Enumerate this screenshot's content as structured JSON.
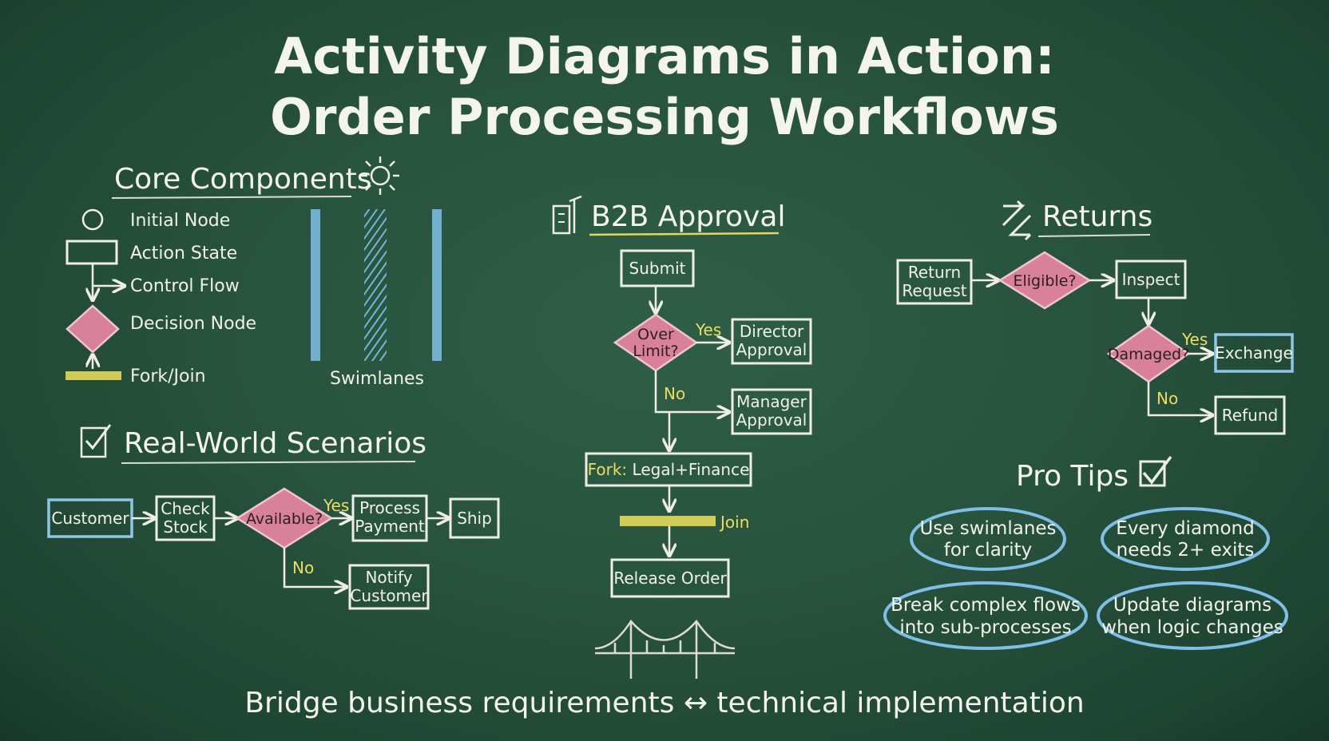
{
  "title": {
    "line1": "Activity Diagrams in Action:",
    "line2": "Order Processing Workflows"
  },
  "core": {
    "heading": "Core Components",
    "initial": "Initial Node",
    "action": "Action State",
    "flow": "Control Flow",
    "decision": "Decision Node",
    "fork": "Fork/Join",
    "swimlanes": "Swimlanes"
  },
  "scenarios": {
    "heading": "Real-World Scenarios",
    "customer": "Customer",
    "check1": "Check",
    "check2": "Stock",
    "available": "Available?",
    "yes": "Yes",
    "no": "No",
    "pay1": "Process",
    "pay2": "Payment",
    "ship": "Ship",
    "notify1": "Notify",
    "notify2": "Customer"
  },
  "b2b": {
    "heading": "B2B Approval",
    "submit": "Submit",
    "over1": "Over",
    "over2": "Limit?",
    "yes": "Yes",
    "no": "No",
    "director1": "Director",
    "director2": "Approval",
    "manager1": "Manager",
    "manager2": "Approval",
    "fork": "Fork:",
    "fork_rest": "Legal+Finance",
    "join": "Join",
    "release": "Release Order"
  },
  "returns": {
    "heading": "Returns",
    "req1": "Return",
    "req2": "Request",
    "eligible": "Eligible?",
    "inspect": "Inspect",
    "damaged": "Damaged?",
    "yes": "Yes",
    "no": "No",
    "exchange": "Exchange",
    "refund": "Refund"
  },
  "tips": {
    "heading": "Pro Tips",
    "t1a": "Use swimlanes",
    "t1b": "for clarity",
    "t2a": "Every diamond",
    "t2b": "needs 2+ exits",
    "t3a": "Break complex flows",
    "t3b": "into sub-processes",
    "t4a": "Update diagrams",
    "t4b": "when logic changes"
  },
  "footer": "Bridge business requirements ↔ technical implementation",
  "colors": {
    "board": "#28533e",
    "chalk": "#f1f1ea",
    "diamond": "#d9809a",
    "yellow": "#ecdc62",
    "blue": "#8ec6e8"
  }
}
